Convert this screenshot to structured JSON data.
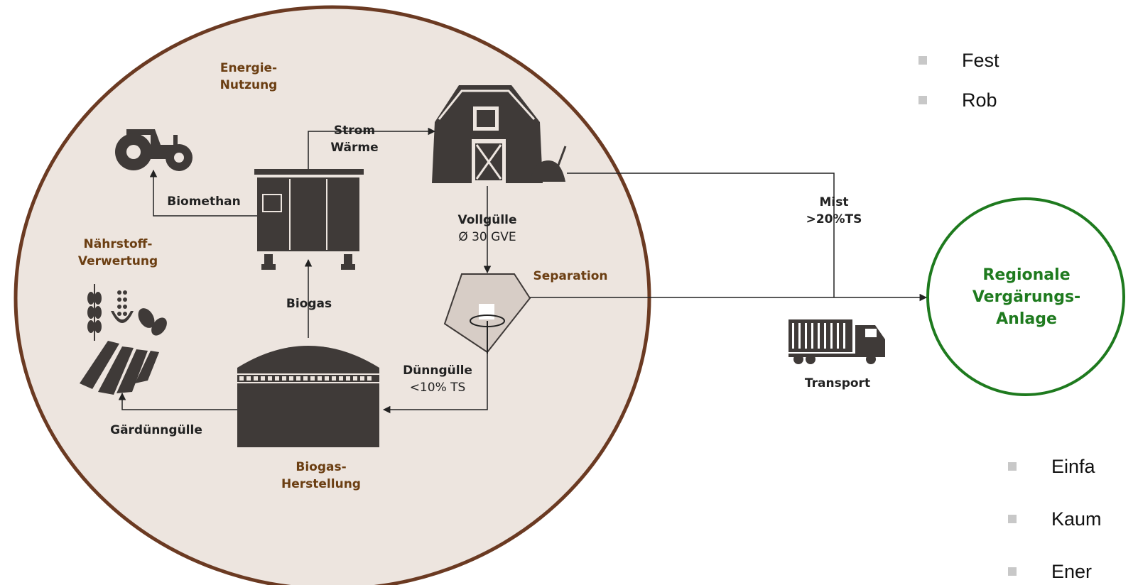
{
  "colors": {
    "circle_fill": "#ede5df",
    "circle_stroke": "#6b3a22",
    "icon": "#3f3a38",
    "section_label": "#6b3e12",
    "target": "#1e7a1e"
  },
  "sections": {
    "energie": [
      "Energie-",
      "Nutzung"
    ],
    "naehrstoff": [
      "Nährstoff-",
      "Verwertung"
    ],
    "biogas": [
      "Biogas-",
      "Herstellung"
    ],
    "separation": "Separation"
  },
  "flows": {
    "strom": [
      "Strom",
      "Wärme"
    ],
    "biomethan": "Biomethan",
    "vollguelle": {
      "title": "Vollgülle",
      "detail": "Ø 30 GVE"
    },
    "biogas": "Biogas",
    "duennguelle": {
      "title": "Dünngülle",
      "detail": "<10% TS"
    },
    "gaerduennguelle": "Gärdünngülle",
    "mist": [
      "Mist",
      ">20%TS"
    ],
    "transport": "Transport"
  },
  "target": [
    "Regionale",
    "Vergärungs-",
    "Anlage"
  ],
  "bullets_top": [
    "Fest",
    "Rob"
  ],
  "bullets_bottom": [
    "Einfa",
    "Kaum",
    "Ener"
  ],
  "icons": [
    "tractor-icon",
    "chp-unit-icon",
    "barn-icon",
    "manure-pile-icon",
    "separator-icon",
    "digester-tank-icon",
    "crops-field-icon",
    "truck-icon"
  ]
}
